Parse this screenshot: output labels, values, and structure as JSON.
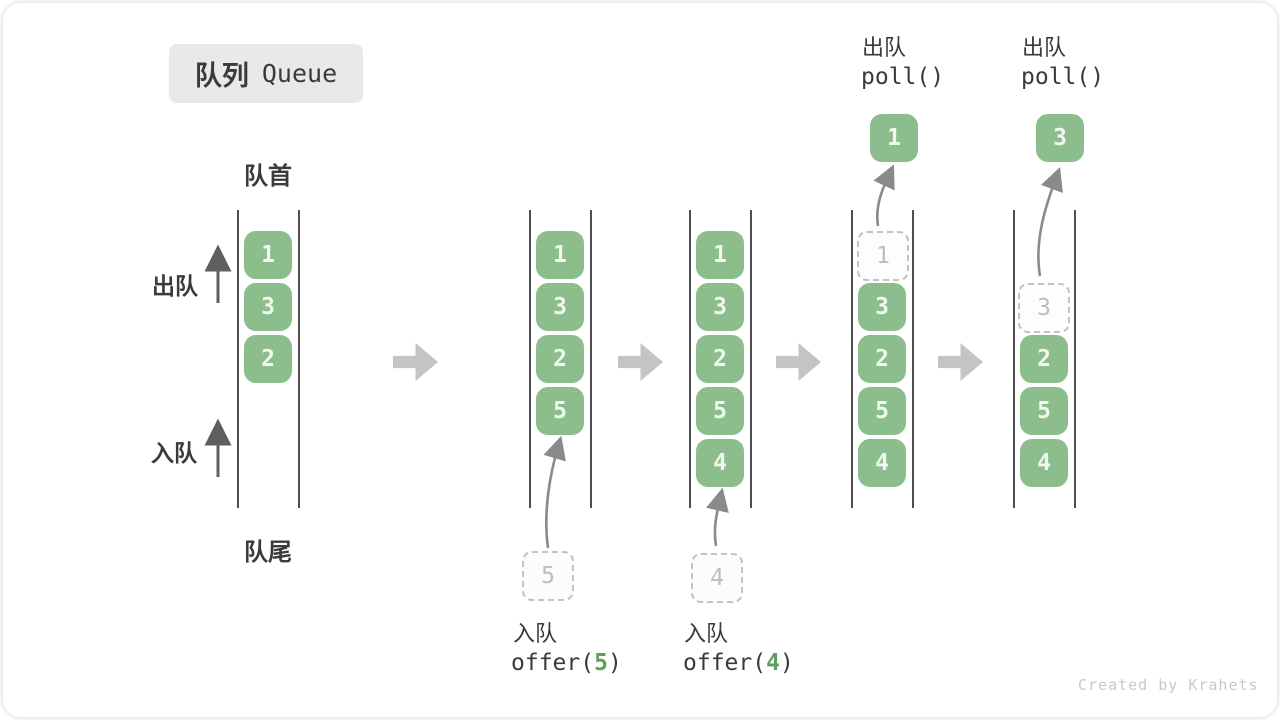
{
  "title": {
    "zh": "队列",
    "en": "Queue"
  },
  "side": {
    "front": "队首",
    "rear": "队尾",
    "dequeue": "出队",
    "enqueue": "入队"
  },
  "queues": {
    "q1": {
      "items": [
        "1",
        "3",
        "2"
      ]
    },
    "q2": {
      "items": [
        "1",
        "3",
        "2",
        "5"
      ],
      "incoming": "5",
      "caption_zh": "入队",
      "fn_open": "offer(",
      "fn_arg": "5",
      "fn_close": ")"
    },
    "q3": {
      "items": [
        "1",
        "3",
        "2",
        "5",
        "4"
      ],
      "incoming": "4",
      "caption_zh": "入队",
      "fn_open": "offer(",
      "fn_arg": "4",
      "fn_close": ")"
    },
    "q4": {
      "items": [
        "3",
        "2",
        "5",
        "4"
      ],
      "removed": "1",
      "popped": "1",
      "caption_zh": "出队",
      "fn": "poll()"
    },
    "q5": {
      "items": [
        "2",
        "5",
        "4"
      ],
      "removed": "3",
      "popped": "3",
      "caption_zh": "出队",
      "fn": "poll()"
    }
  },
  "watermark": "Created by Krahets",
  "colors": {
    "block_green": "#8cbd8c",
    "arg_green": "#5da05d",
    "flow_arrow_gray": "#c4c4c4",
    "dashed_gray": "#c2c2c2"
  }
}
